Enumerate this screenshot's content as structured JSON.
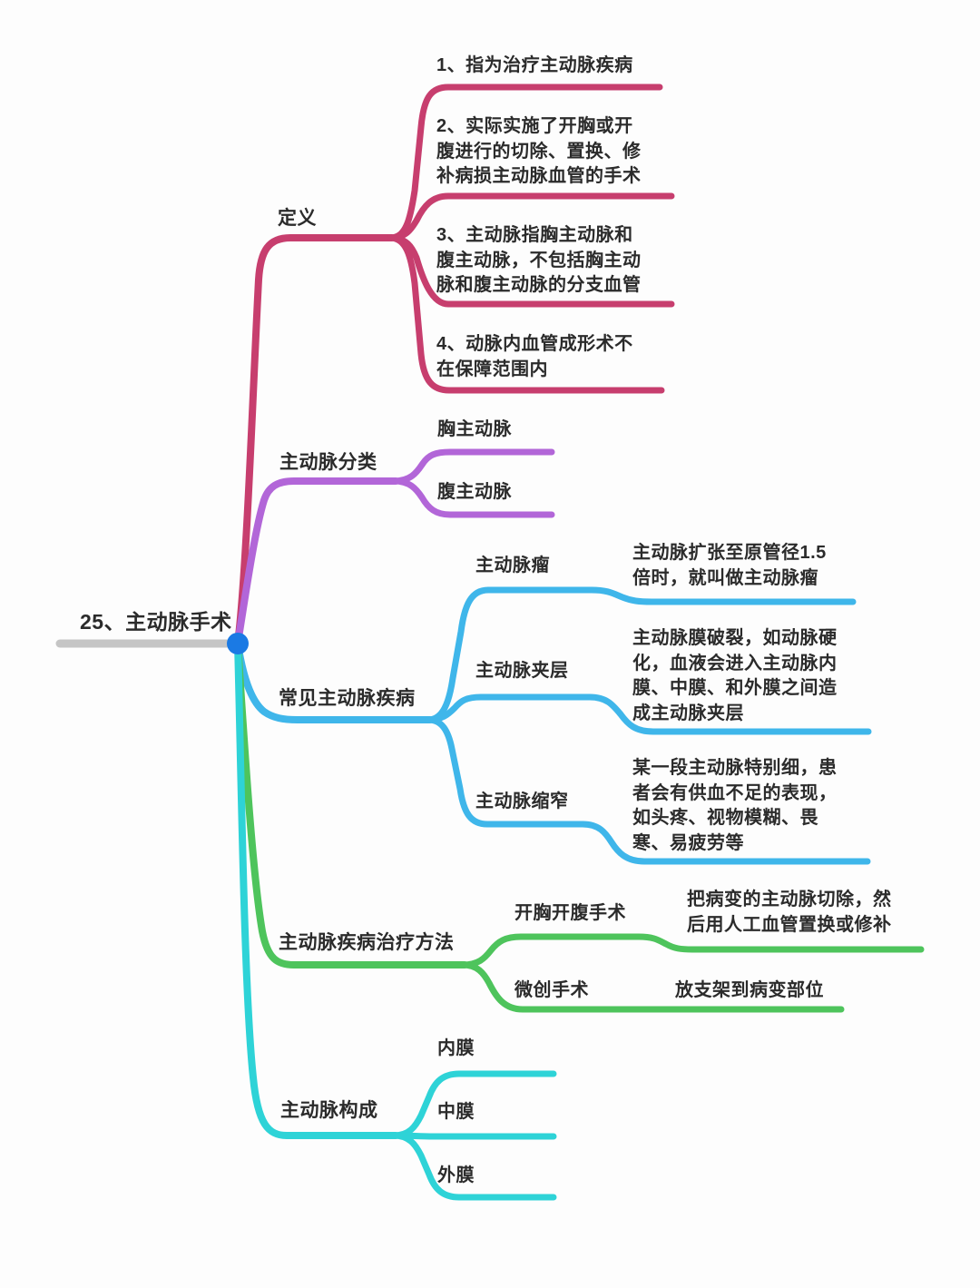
{
  "root": {
    "label": "25、主动脉手术",
    "line_color": "#c5c5c5",
    "dot_color": "#1b7ae4"
  },
  "text_color": "#2b2b2b",
  "branches": [
    {
      "label": "定义",
      "color": "#c73e6e",
      "children": [
        {
          "label": "1、指为治疗主动脉疾病"
        },
        {
          "label": "2、实际实施了开胸或开\n腹进行的切除、置换、修\n补病损主动脉血管的手术"
        },
        {
          "label": "3、主动脉指胸主动脉和\n腹主动脉，不包括胸主动\n脉和腹主动脉的分支血管"
        },
        {
          "label": "4、动脉内血管成形术不\n在保障范围内"
        }
      ]
    },
    {
      "label": "主动脉分类",
      "color": "#b266d8",
      "children": [
        {
          "label": "胸主动脉"
        },
        {
          "label": "腹主动脉"
        }
      ]
    },
    {
      "label": "常见主动脉疾病",
      "color": "#3fb6ea",
      "children": [
        {
          "label": "主动脉瘤",
          "note": "主动脉扩张至原管径1.5\n倍时，就叫做主动脉瘤"
        },
        {
          "label": "主动脉夹层",
          "note": "主动脉膜破裂，如动脉硬\n化，血液会进入主动脉内\n膜、中膜、和外膜之间造\n成主动脉夹层"
        },
        {
          "label": "主动脉缩窄",
          "note": "某一段主动脉特别细，患\n者会有供血不足的表现，\n如头疼、视物模糊、畏\n寒、易疲劳等"
        }
      ]
    },
    {
      "label": "主动脉疾病治疗方法",
      "color": "#4ec45c",
      "children": [
        {
          "label": "开胸开腹手术",
          "note": "把病变的主动脉切除，然\n后用人工血管置换或修补"
        },
        {
          "label": "微创手术",
          "note": "放支架到病变部位"
        }
      ]
    },
    {
      "label": "主动脉构成",
      "color": "#2ed3d7",
      "children": [
        {
          "label": "内膜"
        },
        {
          "label": "中膜"
        },
        {
          "label": "外膜"
        }
      ]
    }
  ]
}
